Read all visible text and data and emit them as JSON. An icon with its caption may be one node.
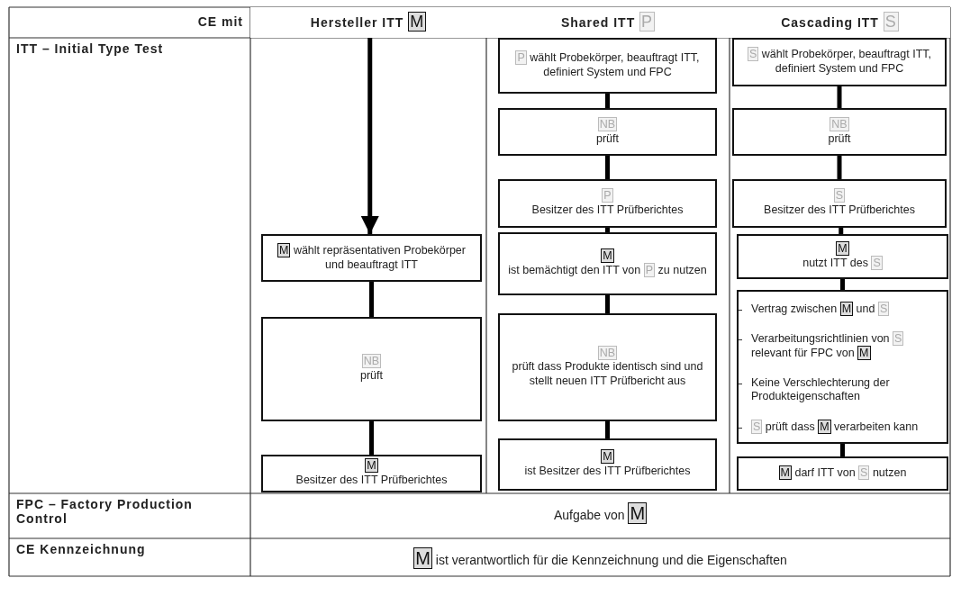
{
  "diagram": {
    "nodes": [
      {
        "text": [
          "Hersteller ITT **M**"
        ]
      },
      {
        "text": [
          "Shared ITT *P*"
        ]
      },
      {
        "text": [
          "Cascading ITT *S*"
        ]
      },
      {
        "text": [
          "**M** wählt repräsentativen Probekörper und beauftragt ITT"
        ]
      },
      {
        "text": [
          "*NB*",
          "prüft"
        ]
      },
      {
        "text": [
          "**M**",
          "Besitzer des ITT Prüfberichtes"
        ]
      },
      {
        "text": [
          "*P* wählt Probekörper, beauftragt ITT, definiert System und FPC"
        ]
      },
      {
        "text": [
          "*NB*",
          "prüft"
        ]
      },
      {
        "text": [
          "*P*",
          "Besitzer des ITT Prüfberichtes"
        ]
      },
      {
        "text": [
          "**M**",
          "ist bemächtigt den ITT von *P* zu nutzen"
        ]
      },
      {
        "text": [
          "*NB*",
          "prüft dass Produkte identisch sind und stellt neuen ITT Prüfbericht aus"
        ]
      },
      {
        "text": [
          "**M**",
          "ist Besitzer des ITT Prüfberichtes"
        ]
      },
      {
        "text": [
          "*S* wählt Probekörper, beauftragt ITT, definiert System und FPC"
        ]
      },
      {
        "text": [
          "*NB*",
          "prüft"
        ]
      },
      {
        "text": [
          "*S*",
          "Besitzer des ITT Prüfberichtes"
        ]
      },
      {
        "text": [
          "**M**",
          "nutzt ITT des *S*"
        ]
      },
      {
        "text": [
          "Vertrag zwischen **M** und *S*",
          "Verarbeitungsrichtlinien von *S* relevant für FPC von **M**",
          "Keine Verschlechterung der Produkteigenschaften",
          "*S* prüft dass **M** verarbeiten kann"
        ]
      },
      {
        "text": [
          "**M** darf ITT von *S* nutzen"
        ]
      }
    ],
    "edges": [
      {
        "from": 0,
        "to": 3,
        "arrow": "to"
      },
      {
        "from": 3,
        "to": 4,
        "arrow": "none"
      },
      {
        "from": 4,
        "to": 5,
        "arrow": "none"
      },
      {
        "from": 6,
        "to": 7,
        "arrow": "none"
      },
      {
        "from": 7,
        "to": 8,
        "arrow": "none"
      },
      {
        "from": 8,
        "to": 9,
        "arrow": "none"
      },
      {
        "from": 9,
        "to": 10,
        "arrow": "none"
      },
      {
        "from": 10,
        "to": 11,
        "arrow": "none"
      },
      {
        "from": 12,
        "to": 13,
        "arrow": "none"
      },
      {
        "from": 13,
        "to": 14,
        "arrow": "none"
      },
      {
        "from": 14,
        "to": 15,
        "arrow": "none"
      },
      {
        "from": 15,
        "to": 16,
        "arrow": "none"
      },
      {
        "from": 16,
        "to": 17,
        "arrow": "none"
      }
    ],
    "labels": [
      "CE mit",
      "ITT – Initial Type Test",
      "FPC – Factory Production Control",
      "Aufgabe von **M**",
      "CE Kennzeichnung",
      "**M** ist verantwortlich für die Kennzeichnung und die Eigenschaften"
    ]
  }
}
